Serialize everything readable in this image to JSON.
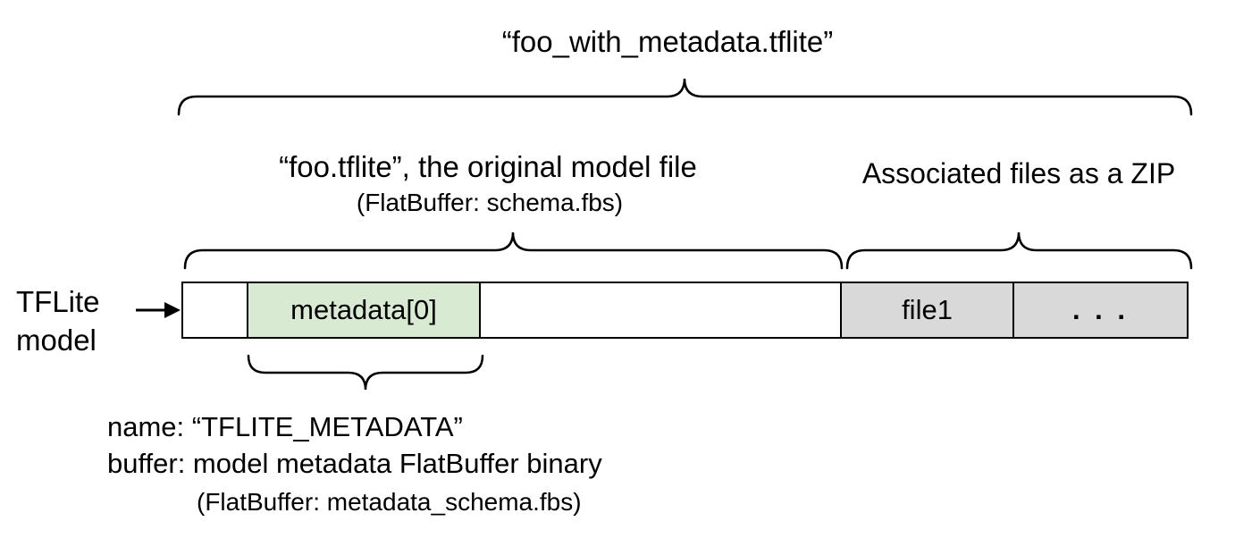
{
  "title": "“foo_with_metadata.tflite”",
  "left_group": {
    "label": "“foo.tflite”, the original model file",
    "sublabel": "(FlatBuffer: schema.fbs)"
  },
  "right_group": {
    "label": "Associated files as a ZIP"
  },
  "model_pointer": {
    "label": "TFLite\nmodel",
    "icon": "right-arrow"
  },
  "bar": {
    "segments": [
      {
        "label": "",
        "fill": "#ffffff"
      },
      {
        "label": "metadata[0]",
        "fill": "#d9ead3"
      },
      {
        "label": "",
        "fill": "#ffffff"
      },
      {
        "label": "file1",
        "fill": "#d9d9d9"
      },
      {
        "label": ". . .",
        "fill": "#d9d9d9"
      }
    ]
  },
  "metadata_note": {
    "line1": "name: “TFLITE_METADATA”",
    "line2": "buffer: model metadata FlatBuffer binary",
    "line3": "(FlatBuffer: metadata_schema.fbs)"
  },
  "colors": {
    "metadata_fill": "#d9ead3",
    "associated_file_fill": "#d9d9d9",
    "stroke": "#000000",
    "background": "#ffffff"
  }
}
